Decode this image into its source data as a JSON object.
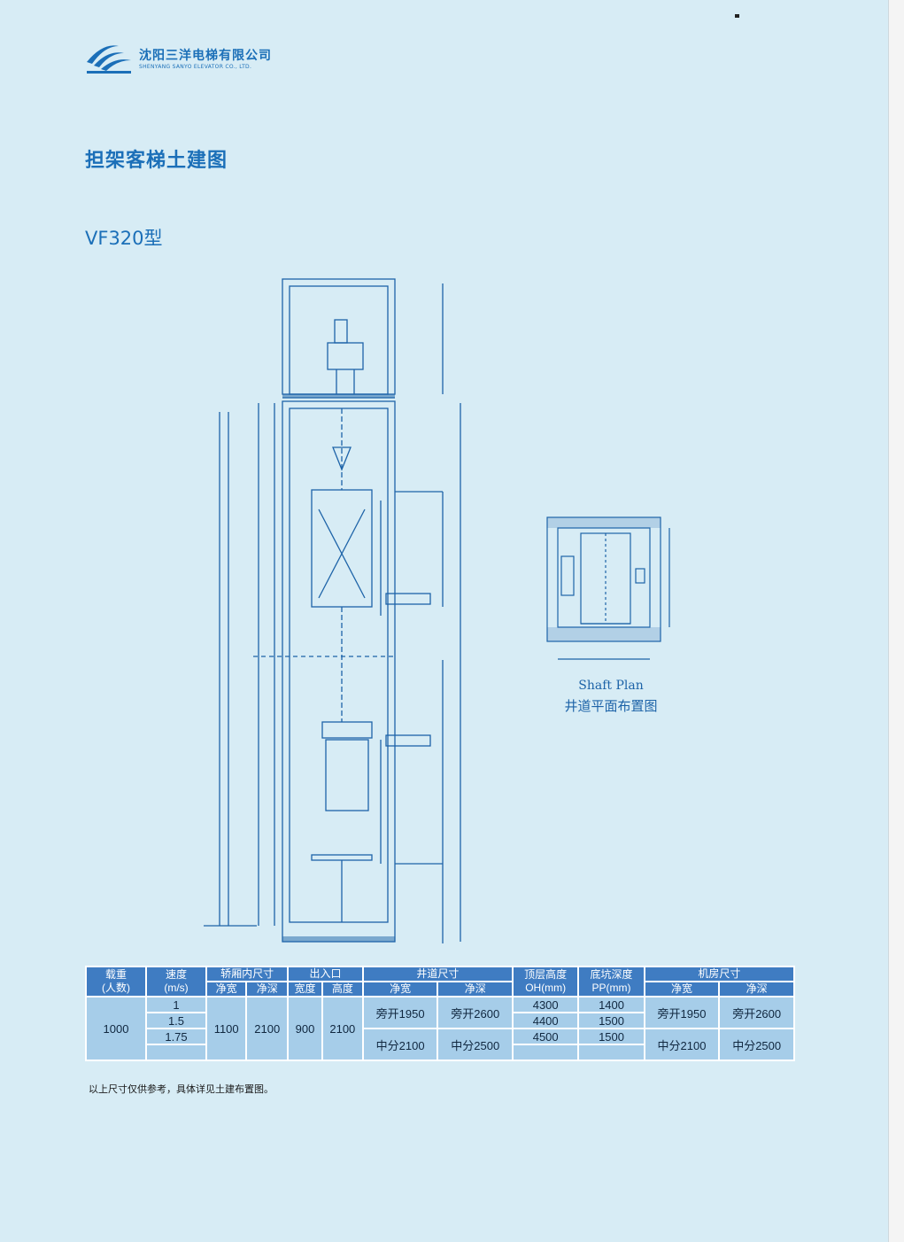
{
  "header": {
    "company_cn": "沈阳三洋电梯有限公司",
    "company_en": "SHENYANG SANYO ELEVATOR CO., LTD."
  },
  "title": "担架客梯土建图",
  "model": "VF320型",
  "shaft_plan": {
    "caption_en": "Shaft Plan",
    "caption_cn": "井道平面布置图"
  },
  "table": {
    "headers": {
      "load": "载重\n(人数)",
      "speed": "速度\n(m/s)",
      "car_inner": "轿厢内尺寸",
      "entrance": "出入口",
      "shaft": "井道尺寸",
      "oh": "顶层高度\nOH(mm)",
      "pp": "底坑深度\nPP(mm)",
      "machine_room": "机房尺寸"
    },
    "subheaders": {
      "car_width": "净宽",
      "car_depth": "净深",
      "entrance_width": "宽度",
      "entrance_height": "高度",
      "shaft_width": "净宽",
      "shaft_depth": "净深",
      "mr_width": "净宽",
      "mr_depth": "净深"
    },
    "data": {
      "load": "1000",
      "speeds": [
        "1",
        "1.5",
        "1.75"
      ],
      "car_width": "1100",
      "car_depth": "2100",
      "entrance_width": "900",
      "entrance_height": "2100",
      "shaft_row1_width": "旁开1950",
      "shaft_row1_depth": "旁开2600",
      "shaft_row2_width": "中分2100",
      "shaft_row2_depth": "中分2500",
      "oh": [
        "4300",
        "4400",
        "4500"
      ],
      "pp": [
        "1400",
        "1500",
        "1500"
      ],
      "mr_row1_width": "旁开1950",
      "mr_row1_depth": "旁开2600",
      "mr_row2_width": "中分2100",
      "mr_row2_depth": "中分2500"
    }
  },
  "note": "以上尺寸仅供参考，具体详见土建布置图。"
}
